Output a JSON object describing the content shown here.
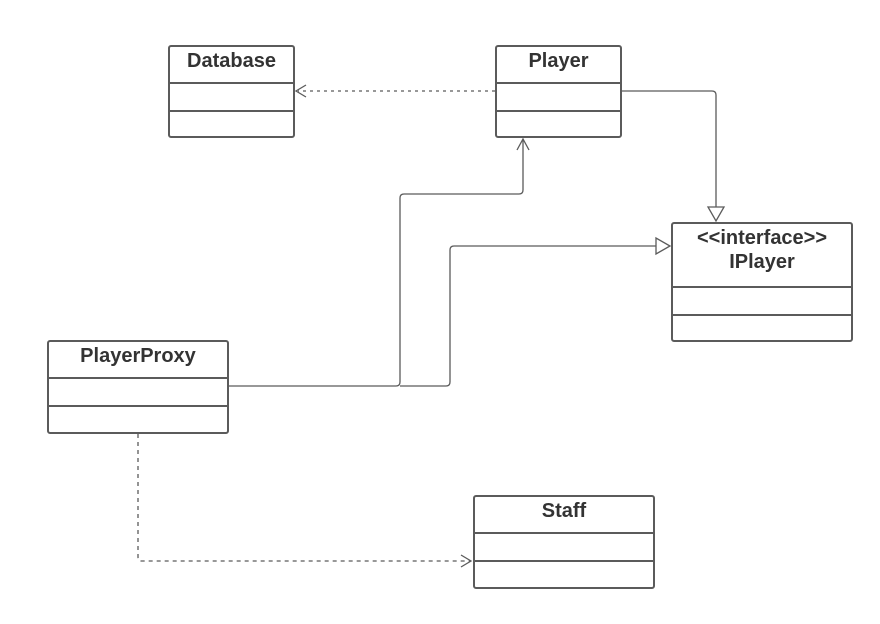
{
  "diagram": {
    "classes": {
      "database": {
        "name": "Database"
      },
      "player": {
        "name": "Player"
      },
      "iplayer": {
        "stereotype": "<<interface>>",
        "name": "IPlayer"
      },
      "playerproxy": {
        "name": "PlayerProxy"
      },
      "staff": {
        "name": "Staff"
      }
    },
    "relations": [
      {
        "from": "Player",
        "to": "Database",
        "kind": "dependency"
      },
      {
        "from": "Player",
        "to": "IPlayer",
        "kind": "realization"
      },
      {
        "from": "PlayerProxy",
        "to": "Player",
        "kind": "association"
      },
      {
        "from": "PlayerProxy",
        "to": "IPlayer",
        "kind": "realization"
      },
      {
        "from": "PlayerProxy",
        "to": "Staff",
        "kind": "dependency"
      }
    ],
    "colors": {
      "stroke": "#5b5b5b",
      "text": "#333333",
      "background": "#ffffff"
    }
  }
}
